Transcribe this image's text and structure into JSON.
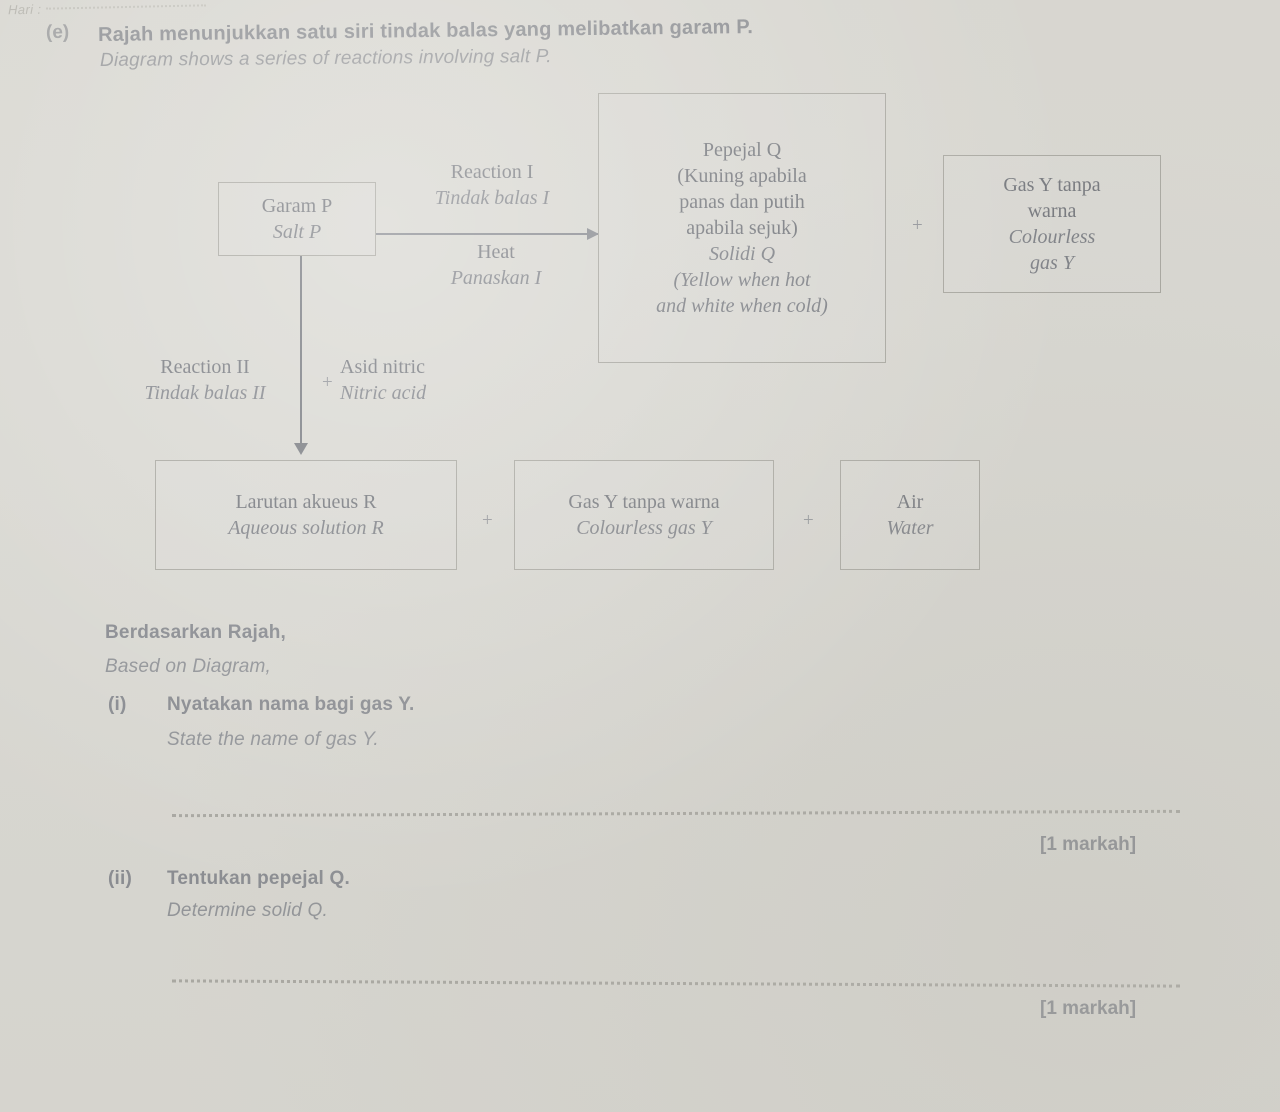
{
  "page": {
    "corner_stub": "Hari :",
    "question_number": "(e)",
    "stem_my": "Rajah menunjukkan satu siri tindak balas yang melibatkan garam P.",
    "stem_en": "Diagram shows a series of reactions involving salt P."
  },
  "diagram": {
    "salt_p": {
      "my": "Garam P",
      "en": "Salt P"
    },
    "reaction_1": {
      "en": "Reaction I",
      "my": "Tindak balas I"
    },
    "heat": {
      "en": "Heat",
      "my": "Panaskan I"
    },
    "solid_q": {
      "my_name": "Pepejal Q",
      "my_desc_1": "(Kuning apabila",
      "my_desc_2": "panas dan putih",
      "my_desc_3": "apabila sejuk)",
      "en_name": "Solidi Q",
      "en_desc_1": "(Yellow when hot",
      "en_desc_2": "and white when cold)"
    },
    "gas_y_top": {
      "my_1": "Gas Y tanpa",
      "my_2": "warna",
      "en_1": "Colourless",
      "en_2": "gas Y"
    },
    "reaction_2": {
      "en": "Reaction II",
      "my": "Tindak balas II"
    },
    "nitric_acid": {
      "my": "Asid nitric",
      "en": "Nitric acid"
    },
    "solution_r": {
      "my": "Larutan akueus R",
      "en": "Aqueous solution R"
    },
    "gas_y_bottom": {
      "my": "Gas Y tanpa warna",
      "en": "Colourless gas Y"
    },
    "water": {
      "my": "Air",
      "en": "Water"
    },
    "plus_sign": "+"
  },
  "questions": {
    "intro_my": "Berdasarkan Rajah,",
    "intro_en": "Based on Diagram,",
    "items": [
      {
        "number": "(i)",
        "my": "Nyatakan nama bagi gas Y.",
        "en": "State the name of gas Y.",
        "marks": "[1 markah]"
      },
      {
        "number": "(ii)",
        "my": "Tentukan pepejal Q.",
        "en": "Determine solid Q.",
        "marks": "[1 markah]"
      }
    ]
  }
}
